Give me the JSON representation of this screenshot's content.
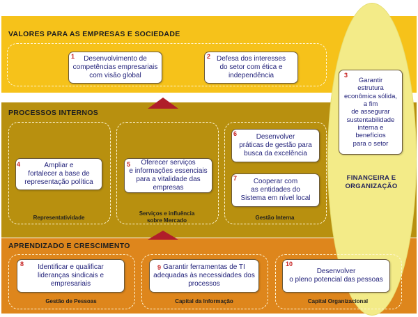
{
  "bands": {
    "valores": "VALORES PARA AS EMPRESAS  E  SOCIEDADE",
    "processos": "PROCESSOS INTERNOS",
    "aprendizado": "APRENDIZADO E CRESCIMENTO"
  },
  "ellipse": {
    "number": "3",
    "text": "Garantir\nestrutura\neconômica sólida,\na fim\nde assegurar\nsustentabilidade\ninterna e\nbenefícios\npara o setor",
    "label": "FINANCEIRA E\nORGANIZAÇÃO"
  },
  "cards": [
    {
      "number": "1",
      "text": "Desenvolvimento de\ncompetências empresariais\ncom visão global"
    },
    {
      "number": "2",
      "text": "Defesa dos interesses\ndo setor com ética e\nindependência"
    },
    {
      "number": "4",
      "text": "Ampliar e\nfortalecer a base de\nrepresentação política"
    },
    {
      "number": "5",
      "text": "Oferecer serviços\ne informações essenciais\npara a vitalidade das\nempresas"
    },
    {
      "number": "6",
      "text": "Desenvolver\npráticas de gestão para\nbusca da excelência"
    },
    {
      "number": "7",
      "text": "Cooperar com\nas entidades do\nSistema em nível local"
    },
    {
      "number": "8",
      "text": "Identificar e qualificar\nlideranças sindicais e\nempresariais"
    },
    {
      "number": "9",
      "text": "Garantir ferramentas de TI\nadequadas às necessidades dos\nprocessos"
    },
    {
      "number": "10",
      "text": "Desenvolver\no pleno potencial das pessoas"
    }
  ],
  "groups": {
    "representatividade": "Representatividade",
    "servicos": "Serviços e influência\nsobre Mercado",
    "gestao_interna": "Gestão Interna",
    "gestao_pessoas": "Gestão de Pessoas",
    "capital_informacao": "Capital da Informação",
    "capital_organizacional": "Capital Organizacional"
  },
  "colors": {
    "valores_band": "#f6c21a",
    "processos_band": "#b8900f",
    "aprendizado_band": "#de861c",
    "ellipse": "#f3eb88",
    "arrow": "#b01e2a",
    "number": "#c62222",
    "card_text": "#22227a"
  }
}
